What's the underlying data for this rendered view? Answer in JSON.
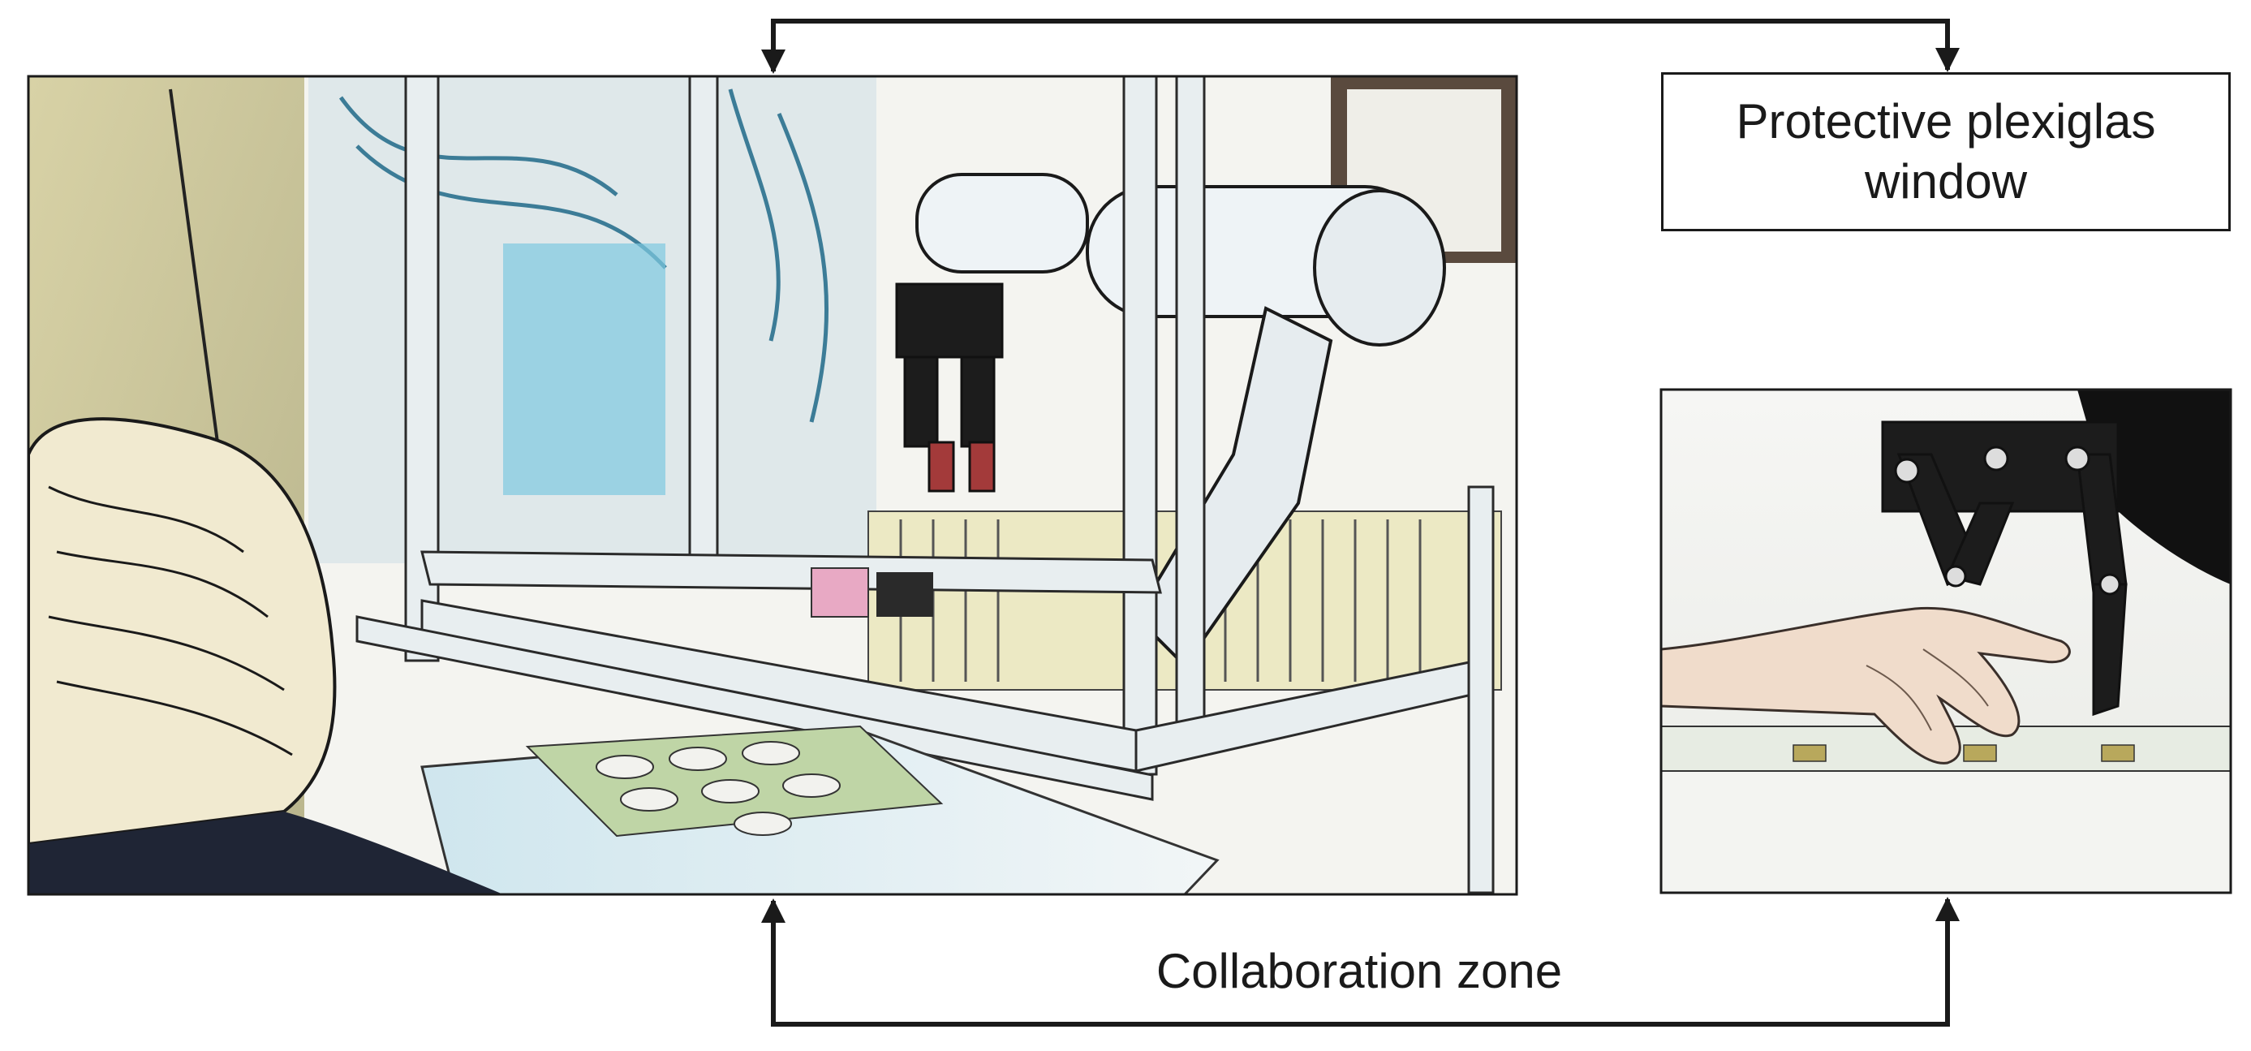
{
  "annotations": {
    "plexiglas_label": "Protective plexiglas window",
    "collaboration_label": "Collaboration zone"
  },
  "photos": {
    "main": {
      "icon": "robot-workcell-photo",
      "content": "collaborative robot arm with two-finger gripper inside aluminium frame enclosure, operator in foreground"
    },
    "inset": {
      "icon": "gripper-hand-closeup-photo",
      "content": "black two-finger gripper above a circuit board with a human hand"
    }
  },
  "colors": {
    "line": "#1a1a1a",
    "frame": "#e8eef0",
    "wall": "#d9d6b0",
    "robot": "#eef3f6",
    "gripper": "#1c1c1c"
  }
}
